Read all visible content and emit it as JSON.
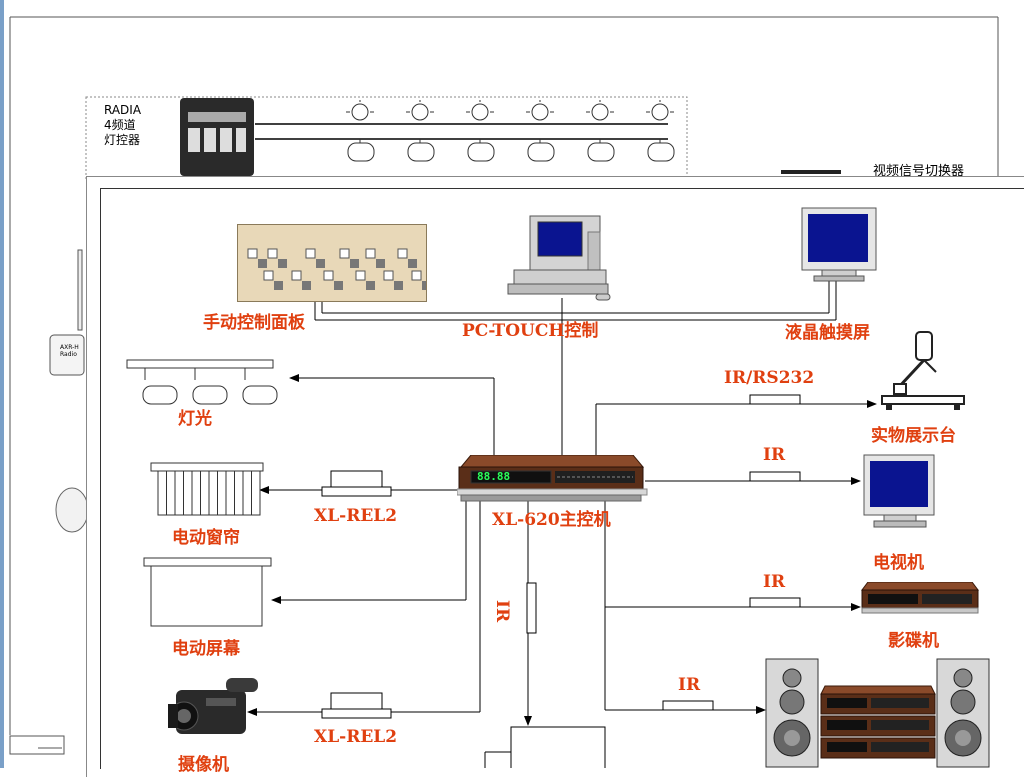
{
  "background_slide": {
    "radia_label_line1": "RADIA",
    "radia_label_line2": "4频道",
    "radia_label_line3": "灯控器",
    "video_switcher_label": "视频信号切换器",
    "left_device_label_line1": "AXR-H",
    "left_device_label_line2": "Radio"
  },
  "diagram": {
    "manual_panel": "手动控制面板",
    "pc_touch": "PC-TOUCH控制",
    "lcd_touch": "液晶触摸屏",
    "lights": "灯光",
    "curtain": "电动窗帘",
    "screen": "电动屏幕",
    "camera": "摄像机",
    "rel_top": "XL-REL2",
    "rel_bottom": "XL-REL2",
    "controller": "XL-620主控机",
    "controller_display": "88.88",
    "ir_vertical": "IR",
    "ir_rs232": "IR/RS232",
    "ir_tv": "IR",
    "ir_dvd": "IR",
    "ir_audio": "IR",
    "visualizer": "实物展示台",
    "tv": "电视机",
    "dvd": "影碟机"
  },
  "colors": {
    "label": "#e04010",
    "line": "#000000",
    "device_brown": "#6b3a22",
    "display_green": "#2aff5a",
    "monitor_blue": "#0a1490"
  }
}
